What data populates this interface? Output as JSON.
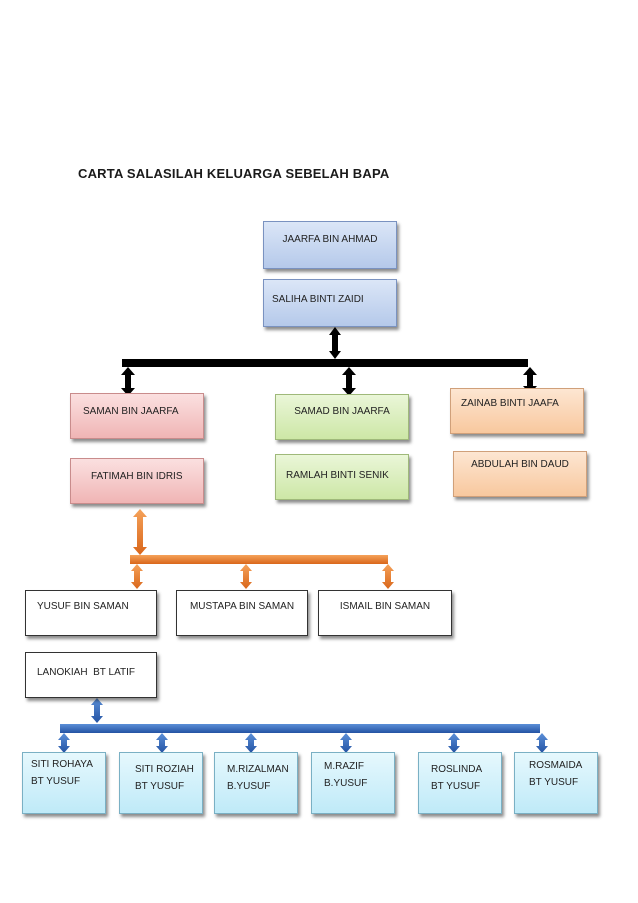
{
  "title": "CARTA SALASILAH KELUARGA SEBELAH BAPA",
  "generation1": {
    "father": "JAARFA BIN AHMAD",
    "mother": "SALIHA BINTI ZAIDI"
  },
  "generation2": [
    {
      "name": "SAMAN BIN JAARFA",
      "spouse": "FATIMAH BIN IDRIS"
    },
    {
      "name": "SAMAD BIN JAARFA",
      "spouse": "RAMLAH BINTI SENIK"
    },
    {
      "name": "ZAINAB BINTI JAAFA",
      "spouse": "ABDULAH BIN DAUD"
    }
  ],
  "generation3": [
    {
      "name": "YUSUF BIN SAMAN"
    },
    {
      "name": "MUSTAPA BIN SAMAN"
    },
    {
      "name": "ISMAIL BIN SAMAN"
    }
  ],
  "generation3_spouse": "LANOKIAH  BT LATIF",
  "generation4": [
    {
      "line1": "SITI ROHAYA",
      "line2": "BT YUSUF"
    },
    {
      "line1": "SITI ROZIAH",
      "line2": "BT YUSUF"
    },
    {
      "line1": "M.RIZALMAN",
      "line2": "B.YUSUF"
    },
    {
      "line1": "M.RAZIF",
      "line2": "B.YUSUF"
    },
    {
      "line1": "ROSLINDA",
      "line2": "BT YUSUF"
    },
    {
      "line1": "ROSMAIDA",
      "line2": "BT YUSUF"
    }
  ],
  "colors": {
    "gen1": "#c6d6f1",
    "saman_branch": "#f3c4c4",
    "samad_branch": "#d6ecb6",
    "zainab_branch": "#fbd5b5",
    "gen4": "#cdeffa",
    "connector_black": "#000000",
    "connector_orange": "#e07b1f",
    "connector_blue": "#2f64b8"
  }
}
